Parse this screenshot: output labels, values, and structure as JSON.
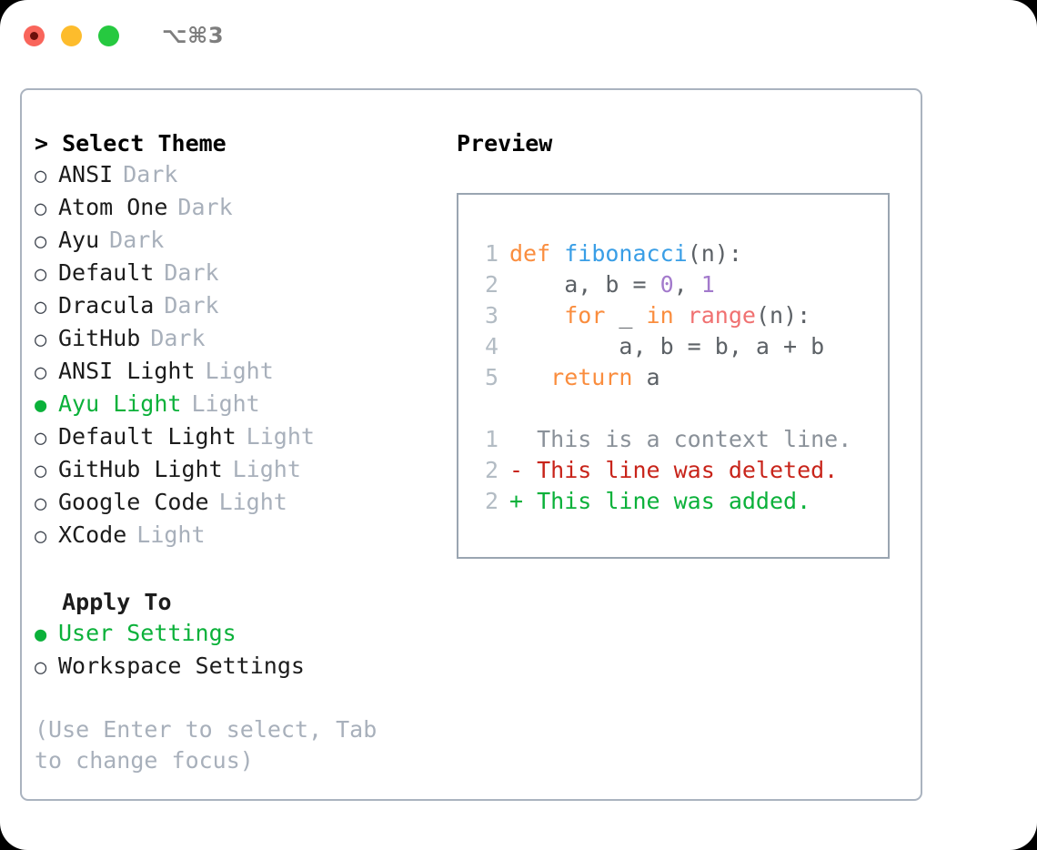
{
  "window": {
    "shortcut": "⌥⌘3",
    "traffic_lights": [
      "close-red",
      "minimize-yellow",
      "maximize-green"
    ]
  },
  "theme_section": {
    "header": "> Select Theme",
    "options": [
      {
        "marker": "○",
        "label": "ANSI",
        "badge": "Dark",
        "selected": false
      },
      {
        "marker": "○",
        "label": "Atom One",
        "badge": "Dark",
        "selected": false
      },
      {
        "marker": "○",
        "label": "Ayu",
        "badge": "Dark",
        "selected": false
      },
      {
        "marker": "○",
        "label": "Default",
        "badge": "Dark",
        "selected": false
      },
      {
        "marker": "○",
        "label": "Dracula",
        "badge": "Dark",
        "selected": false
      },
      {
        "marker": "○",
        "label": "GitHub",
        "badge": "Dark",
        "selected": false
      },
      {
        "marker": "○",
        "label": "ANSI Light",
        "badge": "Light",
        "selected": false
      },
      {
        "marker": "●",
        "label": "Ayu Light",
        "badge": "Light",
        "selected": true
      },
      {
        "marker": "○",
        "label": "Default Light",
        "badge": "Light",
        "selected": false
      },
      {
        "marker": "○",
        "label": "GitHub Light",
        "badge": "Light",
        "selected": false
      },
      {
        "marker": "○",
        "label": "Google Code",
        "badge": "Light",
        "selected": false
      },
      {
        "marker": "○",
        "label": "XCode",
        "badge": "Light",
        "selected": false
      }
    ]
  },
  "apply_section": {
    "header": "  Apply To",
    "options": [
      {
        "marker": "●",
        "label": "User Settings",
        "selected": true
      },
      {
        "marker": "○",
        "label": "Workspace Settings",
        "selected": false
      }
    ]
  },
  "hint": "(Use Enter to select, Tab to change focus)",
  "preview": {
    "title": "Preview",
    "code_lines": [
      {
        "no": "1",
        "tokens": [
          {
            "t": "def ",
            "c": "kw"
          },
          {
            "t": "fibonacci",
            "c": "fn"
          },
          {
            "t": "(n):",
            "c": "pun"
          }
        ]
      },
      {
        "no": "2",
        "tokens": [
          {
            "t": "    a, b = ",
            "c": "var"
          },
          {
            "t": "0",
            "c": "num"
          },
          {
            "t": ", ",
            "c": "pun"
          },
          {
            "t": "1",
            "c": "num"
          }
        ]
      },
      {
        "no": "3",
        "tokens": [
          {
            "t": "    ",
            "c": "var"
          },
          {
            "t": "for",
            "c": "kw"
          },
          {
            "t": " _ ",
            "c": "var"
          },
          {
            "t": "in",
            "c": "kw"
          },
          {
            "t": " ",
            "c": "var"
          },
          {
            "t": "range",
            "c": "bi"
          },
          {
            "t": "(n):",
            "c": "pun"
          }
        ]
      },
      {
        "no": "4",
        "tokens": [
          {
            "t": "        a, b = b, a + b",
            "c": "var"
          }
        ]
      },
      {
        "no": "5",
        "tokens": [
          {
            "t": "   ",
            "c": "var"
          },
          {
            "t": "return",
            "c": "kw"
          },
          {
            "t": " a",
            "c": "var"
          }
        ]
      }
    ],
    "diff_lines": [
      {
        "no": "1",
        "text": "  This is a context line.",
        "kind": "ctx"
      },
      {
        "no": "2",
        "text": "- This line was deleted.",
        "kind": "del"
      },
      {
        "no": "2",
        "text": "+ This line was added.",
        "kind": "add"
      }
    ]
  },
  "colors": {
    "accent_green": "#0bb13a",
    "badge_gray": "#a8b0bb",
    "border": "#aab3bf",
    "preview_border": "#9aa5b1",
    "keyword": "#fa8d3e",
    "function": "#399ee6",
    "number": "#a37acc",
    "builtin": "#f07171",
    "text": "#5c6166",
    "lineno": "#b3bcc4",
    "diff_del": "#c8241a",
    "diff_add": "#0bb13a",
    "diff_ctx": "#8a9199"
  }
}
